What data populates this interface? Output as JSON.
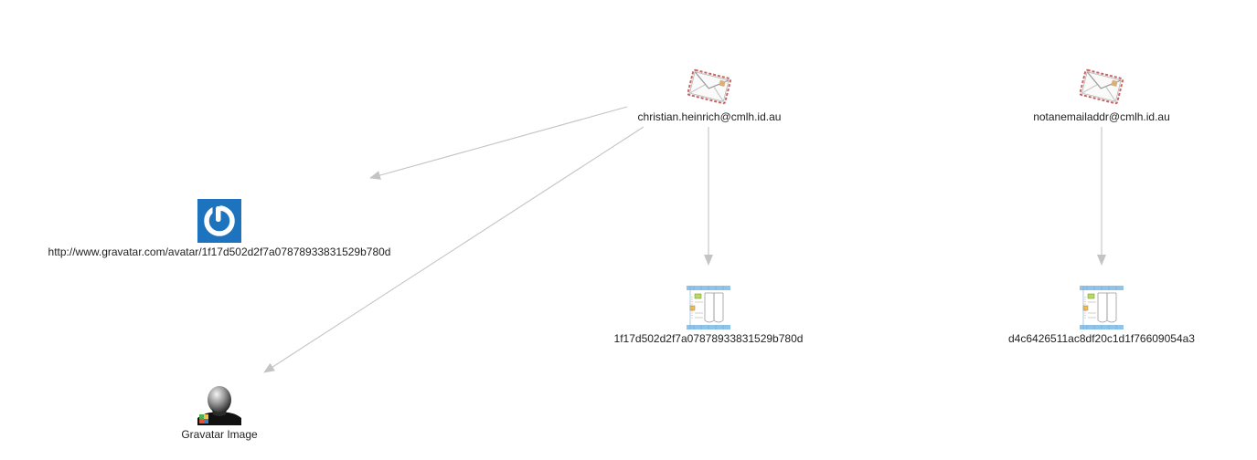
{
  "graph": {
    "nodes": [
      {
        "id": "email1",
        "label": "christian.heinrich@cmlh.id.au",
        "icon": "envelope-icon"
      },
      {
        "id": "email2",
        "label": "notanemailaddr@cmlh.id.au",
        "icon": "envelope-icon"
      },
      {
        "id": "url",
        "label": "http://www.gravatar.com/avatar/1f17d502d2f7a07878933831529b780d",
        "icon": "gravatar-logo-icon"
      },
      {
        "id": "image",
        "label": "Gravatar Image",
        "icon": "portrait-photo-icon"
      },
      {
        "id": "hash1",
        "label": "1f17d502d2f7a07878933831529b780d",
        "icon": "hash-table-icon"
      },
      {
        "id": "hash2",
        "label": "d4c6426511ac8df20c1d1f76609054a3",
        "icon": "hash-table-icon"
      }
    ],
    "edges": [
      {
        "from": "email1",
        "to": "url"
      },
      {
        "from": "email1",
        "to": "image"
      },
      {
        "from": "email1",
        "to": "hash1"
      },
      {
        "from": "email2",
        "to": "hash2"
      }
    ],
    "colors": {
      "edge": "#c4c4c4",
      "gravatar_blue": "#1e73be",
      "envelope_border": "#c86464",
      "table_header": "#8fc3ea"
    }
  }
}
